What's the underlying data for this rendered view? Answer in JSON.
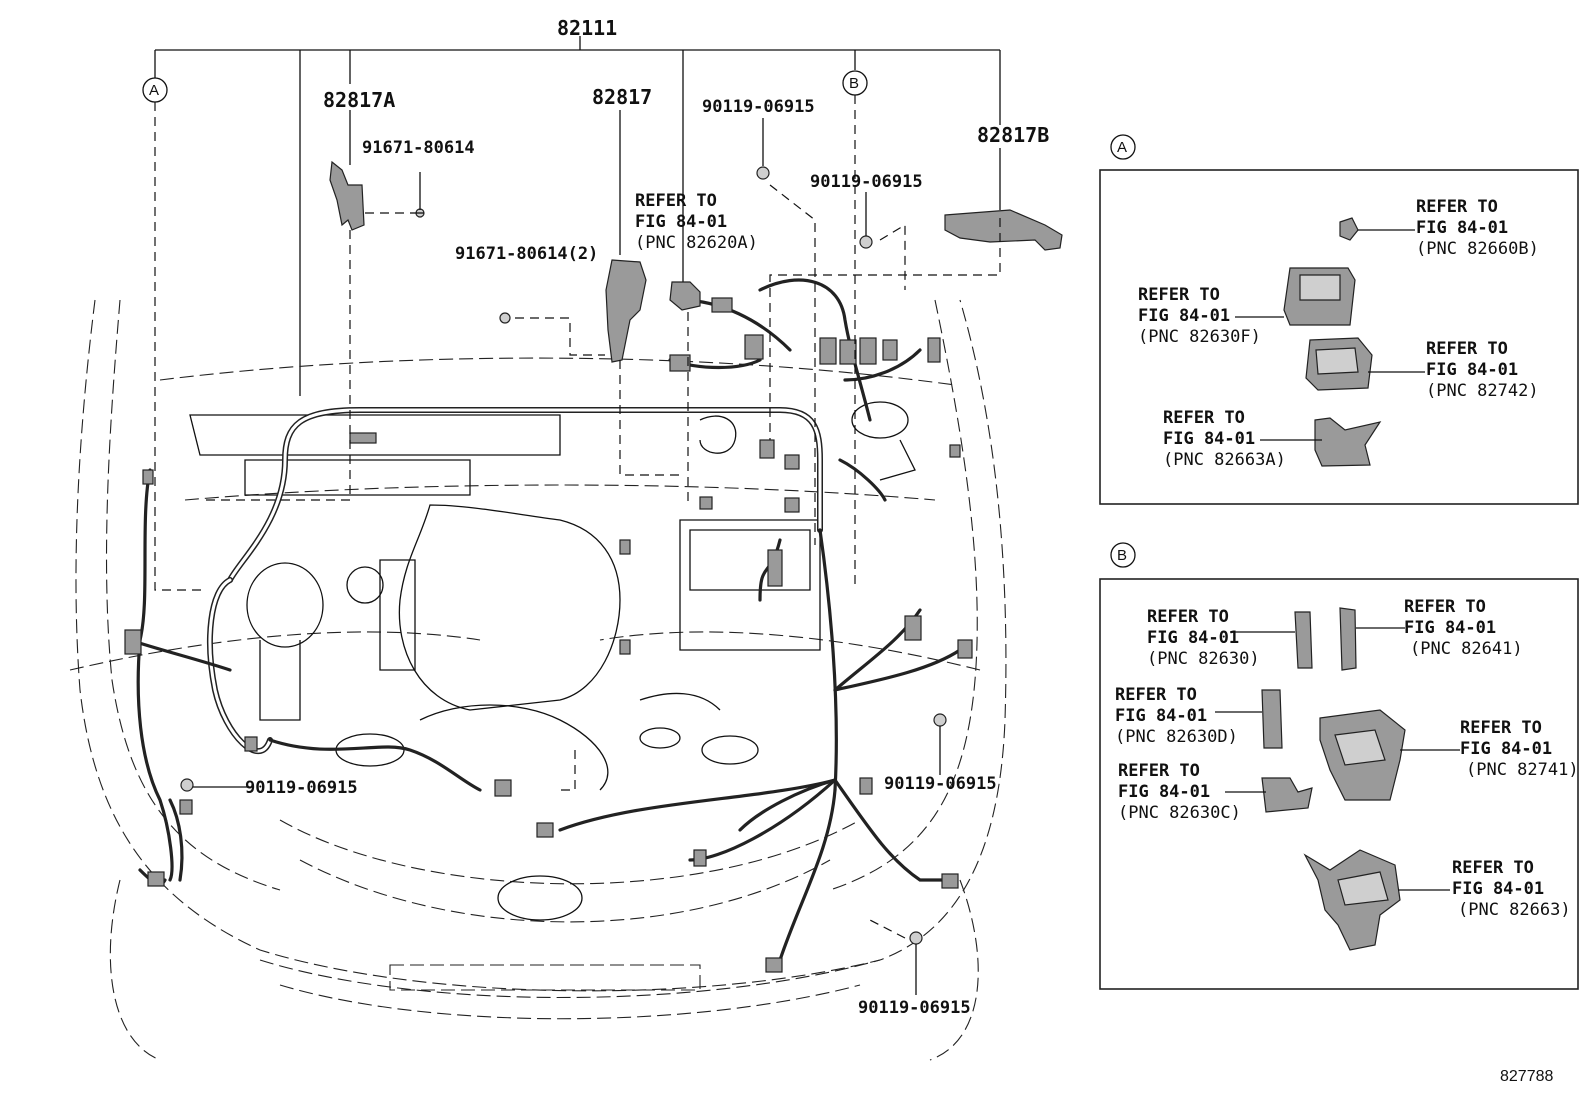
{
  "main_parts": {
    "harness": "82111",
    "left_bracket": "82817A",
    "center_bracket": "82817",
    "right_bracket": "82817B"
  },
  "fasteners": {
    "bolt_upper_left": "91671-80614",
    "bolt_center": "91671-80614(2)",
    "clip_top": "90119-06915",
    "clip_top_right": "90119-06915",
    "clip_lower_left": "90119-06915",
    "clip_lower_right": "90119-06915",
    "clip_bottom": "90119-06915"
  },
  "callouts": {
    "circle_a": "A",
    "circle_b": "B"
  },
  "refer_main": {
    "line1": "REFER TO",
    "line2": "FIG 84-01",
    "line3": "(PNC 82620A)"
  },
  "inset_a": {
    "title": "A",
    "refs": [
      {
        "line1": "REFER TO",
        "line2": "FIG 84-01",
        "line3": "(PNC 82660B)"
      },
      {
        "line1": "REFER TO",
        "line2": "FIG 84-01",
        "line3": "(PNC 82630F)"
      },
      {
        "line1": "REFER TO",
        "line2": "FIG 84-01",
        "line3": "(PNC 82742)"
      },
      {
        "line1": "REFER TO",
        "line2": "FIG 84-01",
        "line3": "(PNC 82663A)"
      }
    ]
  },
  "inset_b": {
    "title": "B",
    "refs": [
      {
        "line1": "REFER TO",
        "line2": "FIG 84-01",
        "line3": "(PNC 82630)"
      },
      {
        "line1": "REFER TO",
        "line2": "FIG 84-01",
        "line3": "(PNC 82641)"
      },
      {
        "line1": "REFER TO",
        "line2": "FIG 84-01",
        "line3": "(PNC 82630D)"
      },
      {
        "line1": "REFER TO",
        "line2": "FIG 84-01",
        "line3": "(PNC 82741)"
      },
      {
        "line1": "REFER TO",
        "line2": "FIG 84-01",
        "line3": "(PNC 82630C)"
      },
      {
        "line1": "REFER TO",
        "line2": "FIG 84-01",
        "line3": "(PNC 82663)"
      }
    ]
  },
  "figure_id": "827788"
}
